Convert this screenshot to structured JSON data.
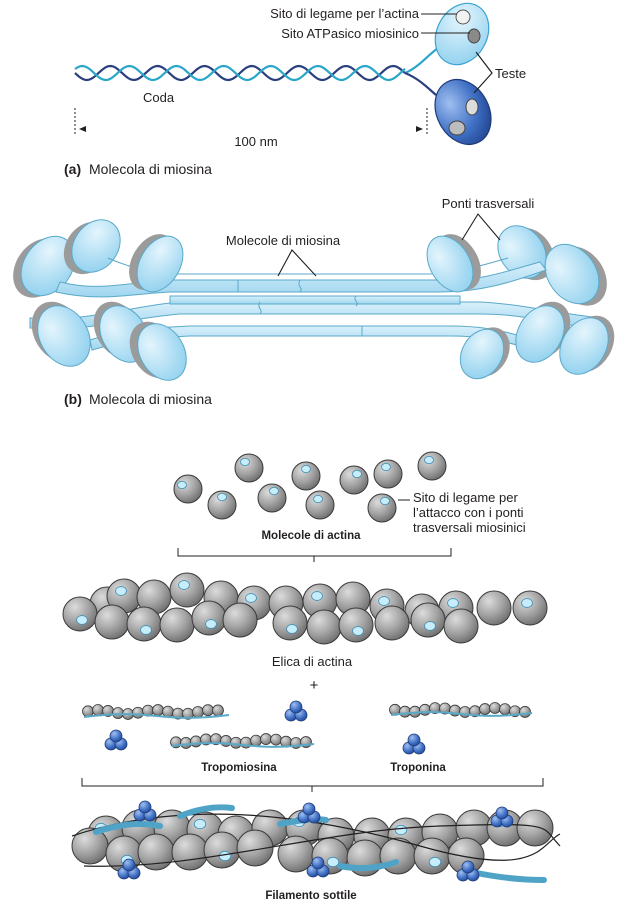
{
  "panel_a": {
    "label_actin_site": "Sito di legame per l’actina",
    "label_atpase_site": "Sito ATPasico miosinico",
    "label_heads": "Teste",
    "label_tail": "Coda",
    "label_length": "100 nm",
    "caption_letter": "(a)",
    "caption_text": "Molecola di miosina"
  },
  "panel_b": {
    "label_crossbridges": "Ponti trasversali",
    "label_myosin_molecules": "Molecole di miosina",
    "caption_letter": "(b)",
    "caption_text": "Molecola di miosina"
  },
  "panel_c": {
    "label_binding_site_1": "Sito di legame per",
    "label_binding_site_2": "l’attacco con i ponti",
    "label_binding_site_3": "trasversali miosinici",
    "label_actin_molecules": "Molecole di actina",
    "label_actin_helix": "Elica di actina",
    "plus_sign": "+",
    "label_tropomyosin": "Tropomiosina",
    "label_troponin": "Troponina",
    "label_thin_filament": "Filamento sottile"
  },
  "colors": {
    "head_light": "#a9dcf2",
    "head_dark": "#2f5fb3",
    "actin_gray": "#9a9a9a",
    "outline": "#231f20"
  }
}
